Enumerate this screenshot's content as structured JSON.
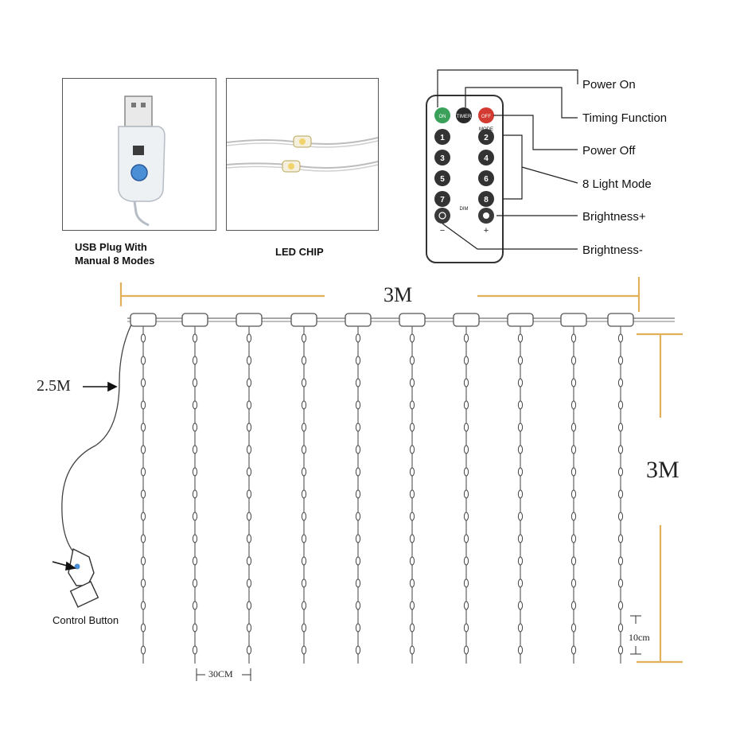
{
  "panels": {
    "usb_plug_caption": [
      "USB Plug With",
      "Manual 8 Modes"
    ],
    "led_chip_caption": "LED CHIP"
  },
  "remote": {
    "buttons": {
      "on": "ON",
      "timer": "TIMER",
      "off": "OFF",
      "mode_label": "MODE",
      "dim_label": "DIM",
      "numbers": [
        "1",
        "2",
        "3",
        "4",
        "5",
        "6",
        "7",
        "8"
      ],
      "minus": "−",
      "plus": "+"
    },
    "callouts": {
      "power_on": "Power On",
      "timing_function": "Timing Function",
      "power_off": "Power Off",
      "light_mode": "8 Light Mode",
      "brightness_up": "Brightness+",
      "brightness_down": "Brightness-"
    }
  },
  "dimensions": {
    "width": "3M",
    "height": "3M",
    "cable": "2.5M",
    "spacing": "30CM",
    "led_gap": "10cm"
  },
  "control": {
    "label": "Control Button"
  },
  "colors": {
    "on_button": "#3aa05a",
    "timer_button": "#2a2a2a",
    "off_button": "#d23a32",
    "dial_light": "#4a8fd6",
    "dimension_line": "#e0b15a",
    "strand": "#6d6d6d"
  }
}
